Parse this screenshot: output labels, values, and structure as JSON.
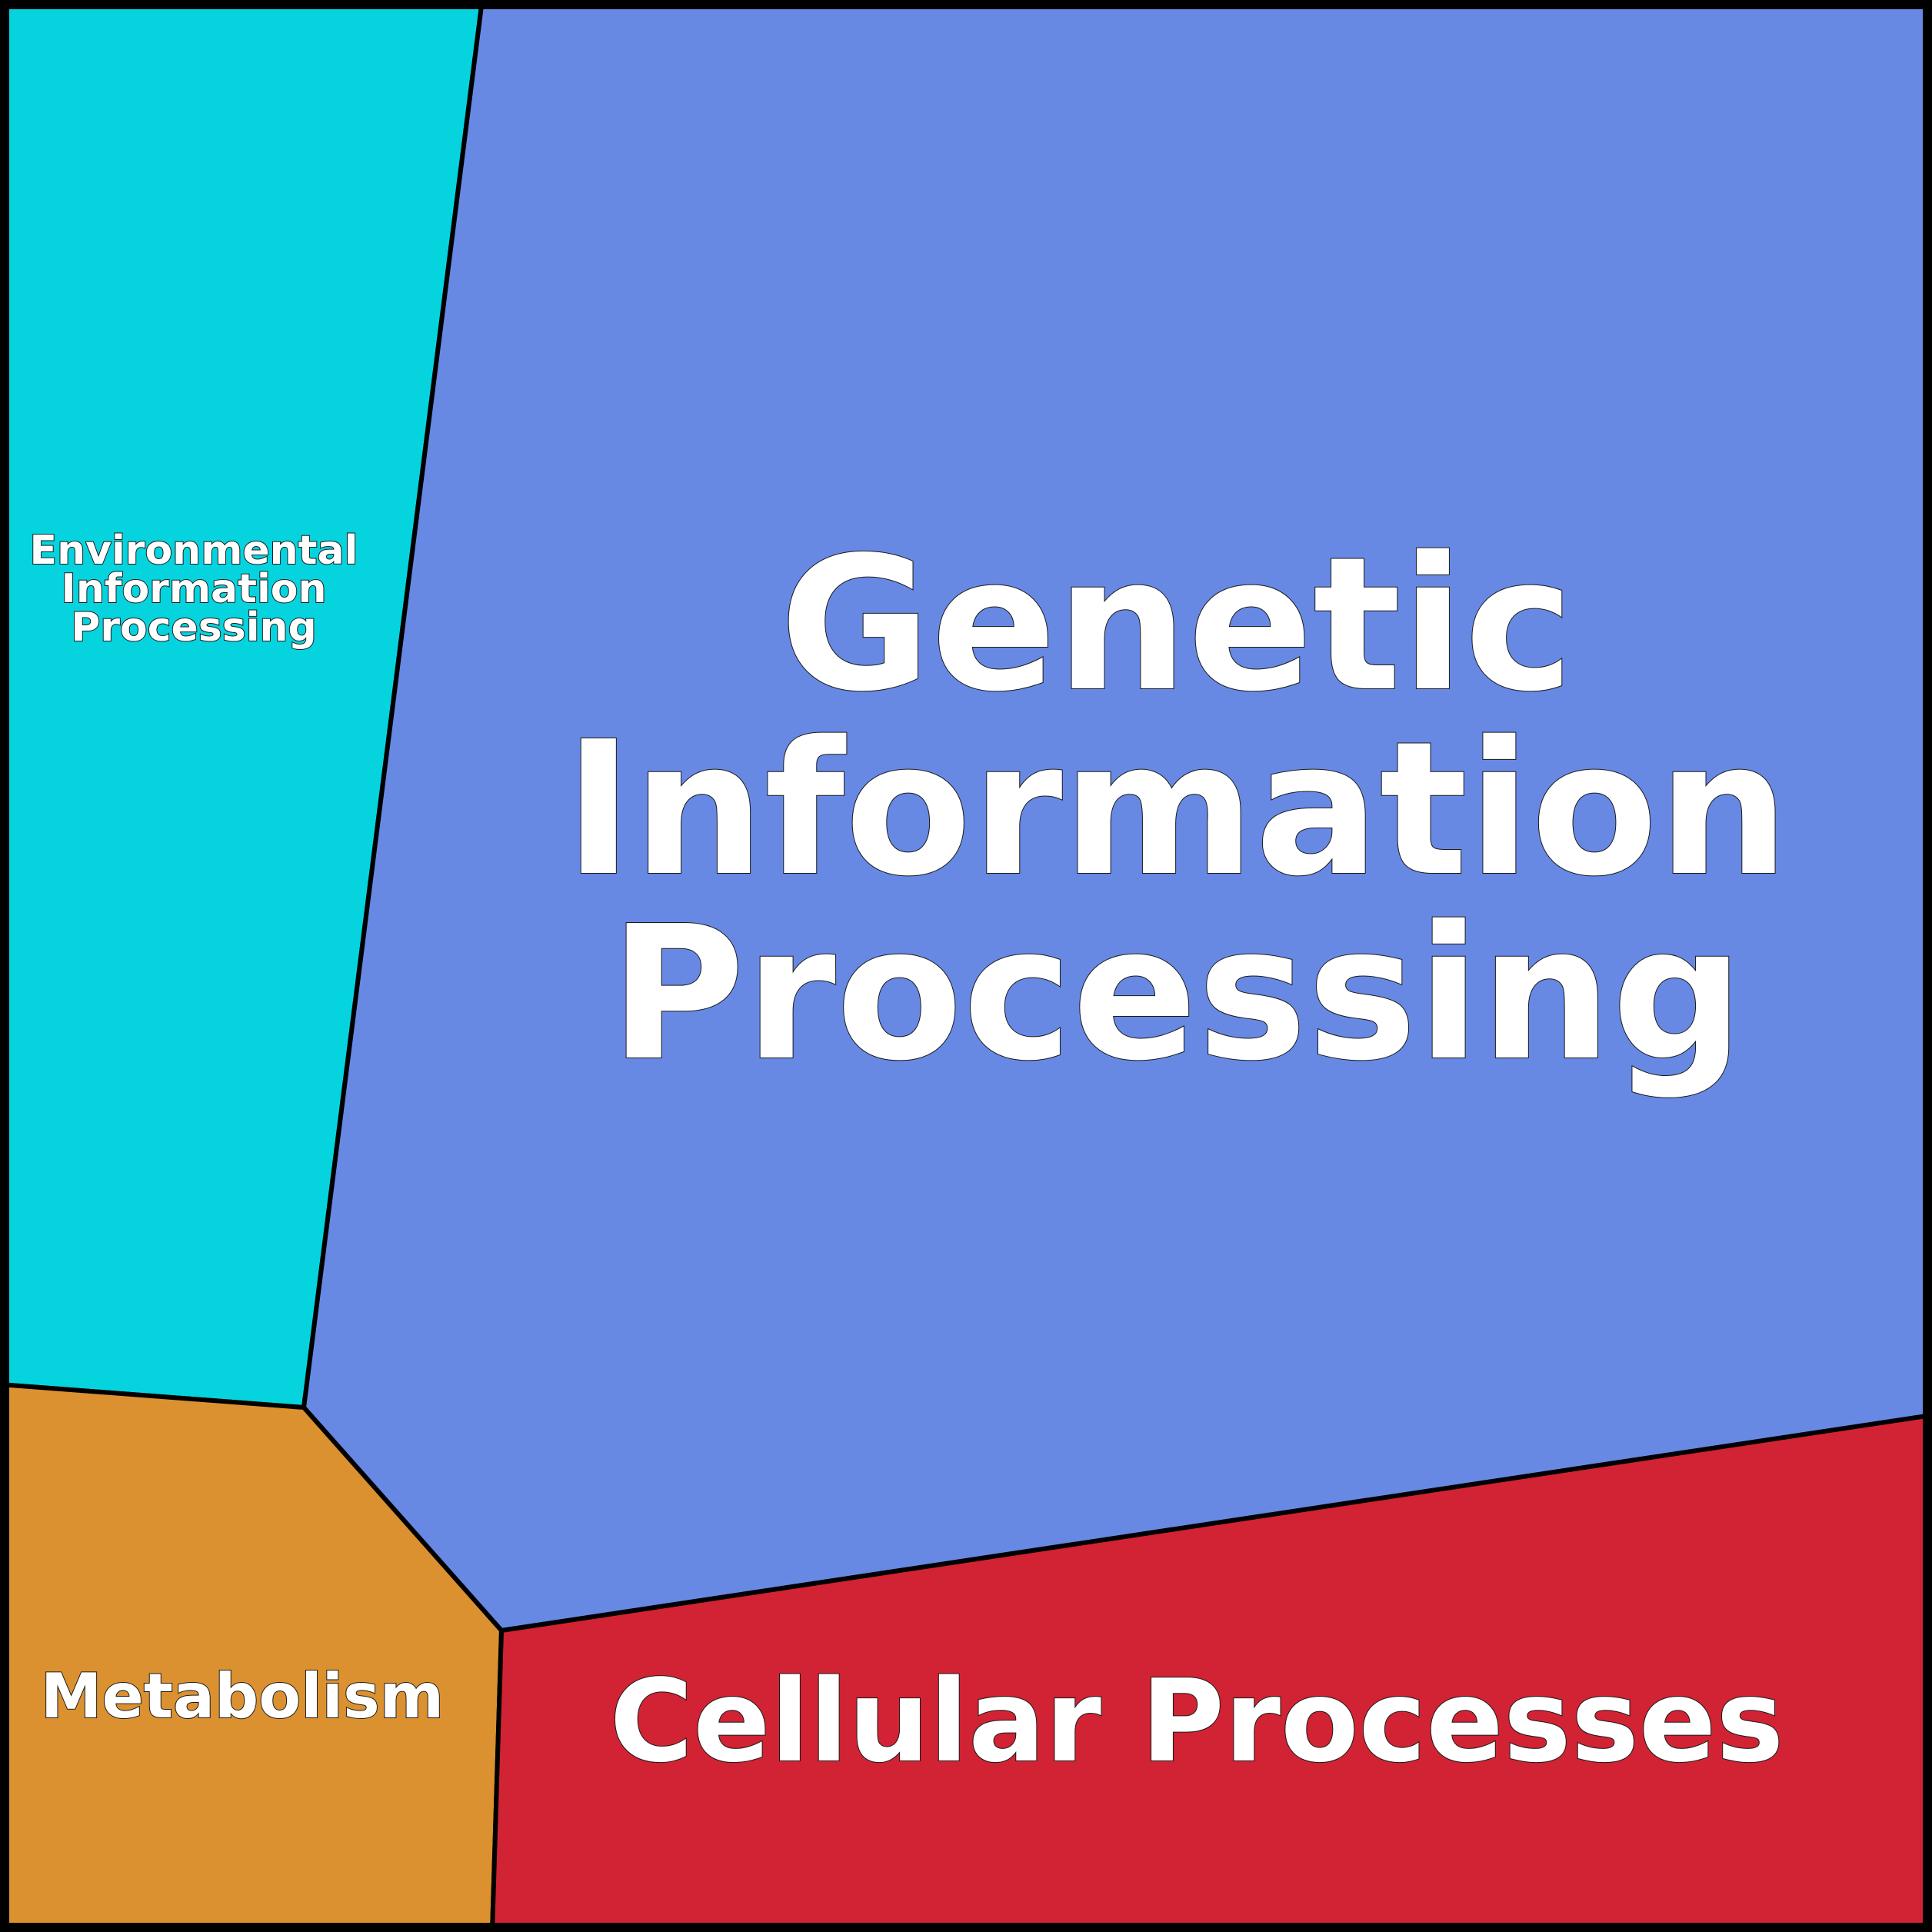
{
  "diagram": {
    "type": "voronoi-treemap",
    "regions": [
      {
        "id": "environmental",
        "label_lines": [
          "Environmental",
          "Information",
          "Processing"
        ],
        "color": "#05D4DF"
      },
      {
        "id": "genetic",
        "label_lines": [
          "Genetic",
          "Information",
          "Processing"
        ],
        "color": "#6789E4"
      },
      {
        "id": "metabolism",
        "label_lines": [
          "Metabolism"
        ],
        "color": "#DB912F"
      },
      {
        "id": "cellular",
        "label_lines": [
          "Cellular Processes"
        ],
        "color": "#D12333"
      }
    ],
    "border_color": "#000000",
    "label_color": "#FFFFFF"
  }
}
